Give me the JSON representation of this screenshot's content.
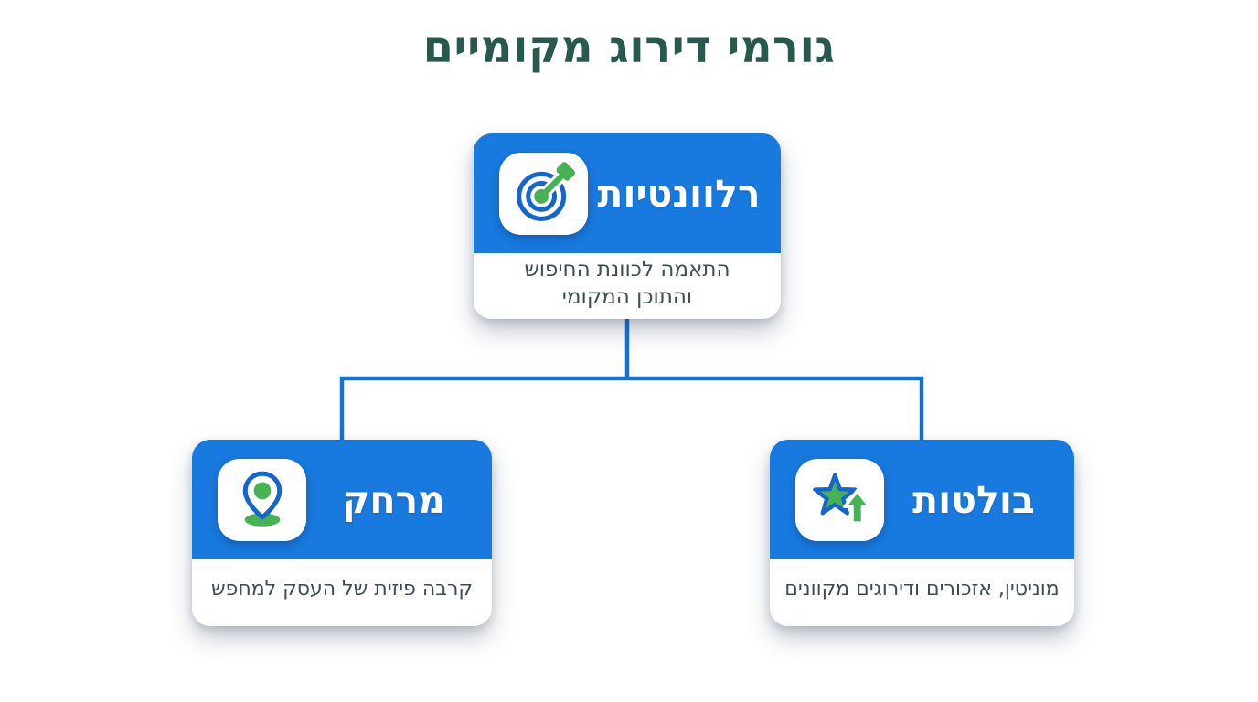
{
  "title": "גורמי דירוג מקומיים",
  "nodes": {
    "relevance": {
      "label": "רלוונטיות",
      "description": "התאמה לכוונת החיפוש והתוכן המקומי",
      "icon": "target-icon"
    },
    "distance": {
      "label": "מרחק",
      "description": "קרבה פיזית של העסק למחפש",
      "icon": "map-pin-icon"
    },
    "prominence": {
      "label": "בולטות",
      "description": "מוניטין, אזכורים ודירוגים מקוונים",
      "icon": "star-up-icon"
    }
  },
  "colors": {
    "card_blue": "#1879de",
    "icon_blue": "#1565cc",
    "accent_green": "#47b254",
    "heading_text": "#27594e",
    "description_text": "#3c4e52",
    "connector": "#1372d8",
    "background": "#ffffff"
  }
}
